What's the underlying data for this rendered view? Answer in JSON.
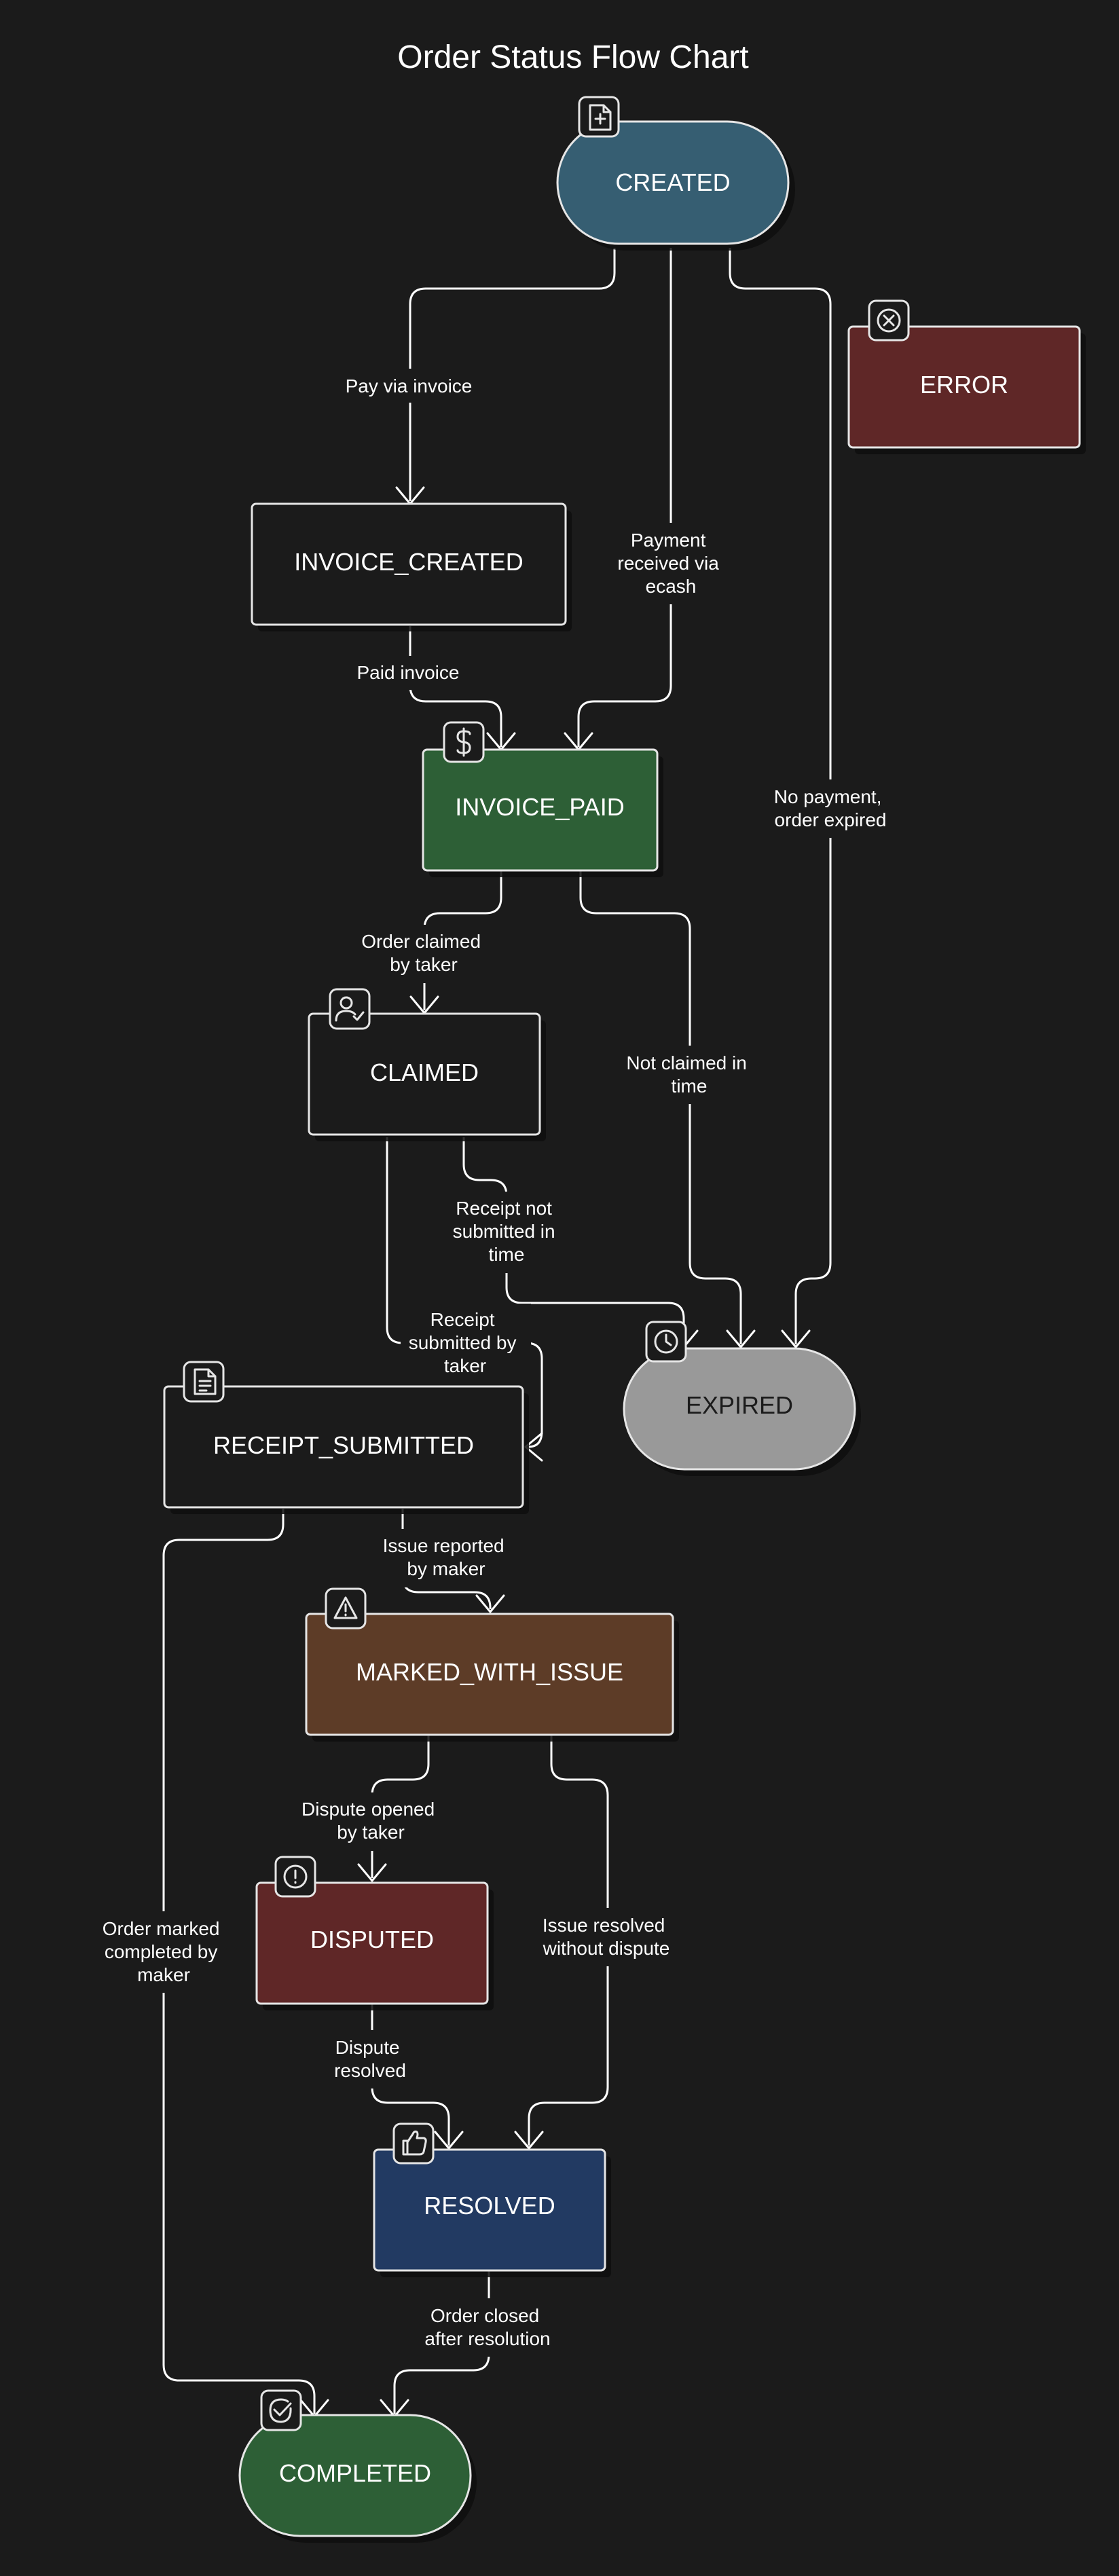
{
  "title": "Order Status Flow Chart",
  "colors": {
    "background": "#1b1b1b",
    "created": "#365e72",
    "error": "#5f2727",
    "paid": "#2d5f36",
    "neutral": "#1b1b1b",
    "expired": "#999999",
    "issue": "#5d3c27",
    "disputed": "#5f2727",
    "resolved": "#223a62",
    "completed": "#2d5f36"
  },
  "nodes": {
    "created": {
      "label": "CREATED",
      "icon": "file-plus-icon"
    },
    "error": {
      "label": "ERROR",
      "icon": "x-circle-icon"
    },
    "invoice_created": {
      "label": "INVOICE_CREATED"
    },
    "invoice_paid": {
      "label": "INVOICE_PAID",
      "icon": "dollar-icon"
    },
    "claimed": {
      "label": "CLAIMED",
      "icon": "user-check-icon"
    },
    "expired": {
      "label": "EXPIRED",
      "icon": "clock-icon"
    },
    "receipt_submitted": {
      "label": "RECEIPT_SUBMITTED",
      "icon": "file-text-icon"
    },
    "marked_with_issue": {
      "label": "MARKED_WITH_ISSUE",
      "icon": "warning-icon"
    },
    "disputed": {
      "label": "DISPUTED",
      "icon": "alert-circle-icon"
    },
    "resolved": {
      "label": "RESOLVED",
      "icon": "thumbs-up-icon"
    },
    "completed": {
      "label": "COMPLETED",
      "icon": "check-circle-icon"
    }
  },
  "edges": {
    "pay_via_invoice": [
      "Pay via invoice"
    ],
    "payment_ecash": [
      "Payment",
      "received via",
      "ecash"
    ],
    "no_payment": [
      "No payment,",
      "order expired"
    ],
    "paid_invoice": [
      "Paid invoice"
    ],
    "order_claimed": [
      "Order claimed",
      "by taker"
    ],
    "not_claimed": [
      "Not claimed in",
      "time"
    ],
    "receipt_not_submitted": [
      "Receipt not",
      "submitted in",
      "time"
    ],
    "receipt_submitted": [
      "Receipt",
      "submitted by",
      "taker"
    ],
    "issue_reported": [
      "Issue reported",
      "by maker"
    ],
    "order_marked_completed": [
      "Order marked",
      "completed by",
      "maker"
    ],
    "dispute_opened": [
      "Dispute opened",
      "by taker"
    ],
    "issue_resolved": [
      "Issue resolved",
      "without dispute"
    ],
    "dispute_resolved": [
      "Dispute",
      "resolved"
    ],
    "order_closed": [
      "Order closed",
      "after resolution"
    ]
  }
}
